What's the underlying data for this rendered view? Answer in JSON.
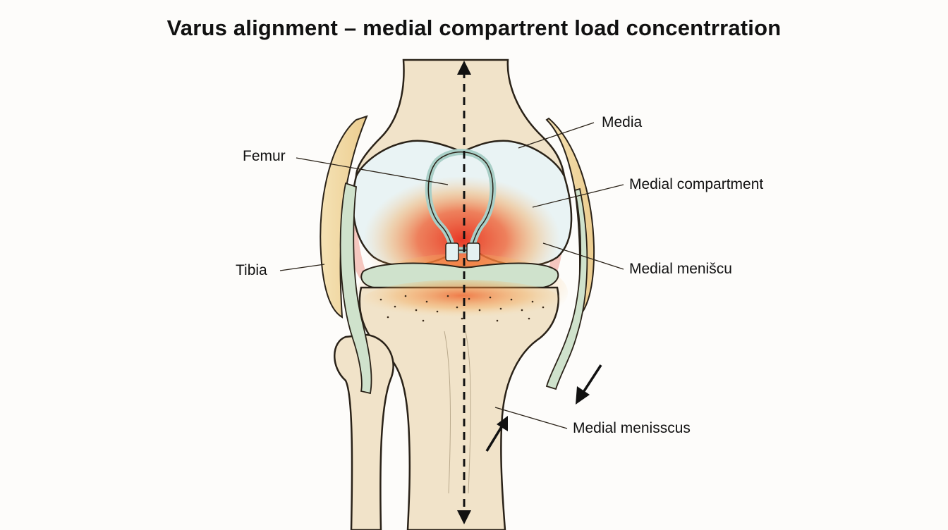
{
  "title": "Varus alignment – medial compartrent load concentrration",
  "labels": {
    "femur": "Femur",
    "tibia": "Tibia",
    "media": "Media",
    "medial_compartment": "Medial compartment",
    "medial_meniscu": "Medial menišcu",
    "medial_menisscus": "Medial menisscus"
  },
  "colors": {
    "bone": "#f1e3c9",
    "bone_outline": "#2a2218",
    "cartilage": "#e4f1f1",
    "cartilage_edge": "#a9cfc7",
    "meniscus": "#cfe2cc",
    "ligament": "#f2dfa6",
    "load_hot": "#e8301c",
    "load_warm": "#f59a3c"
  }
}
